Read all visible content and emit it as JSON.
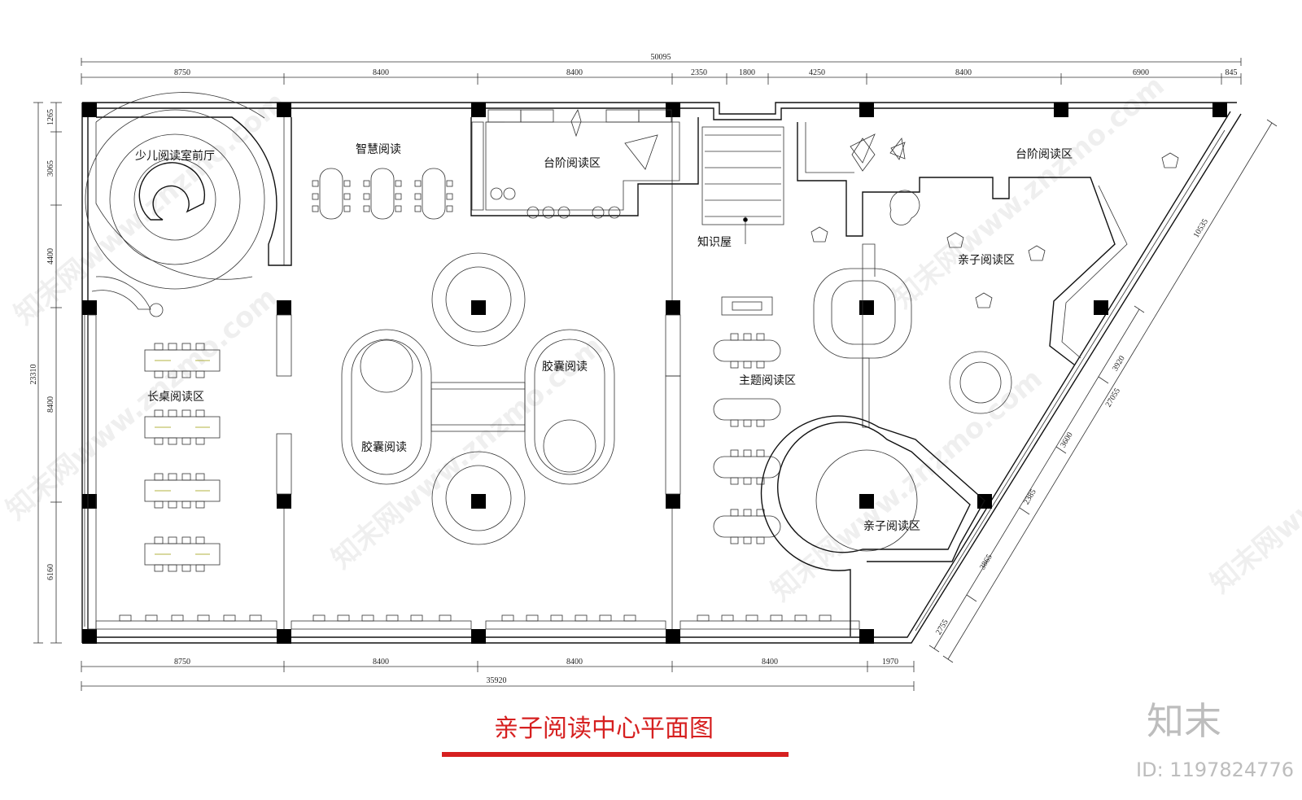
{
  "drawing": {
    "title": "亲子阅读中心平面图",
    "brand": "知末",
    "id_label": "ID: 1197824776",
    "watermark": "知末网www.znzmo.com"
  },
  "rooms": [
    {
      "key": "front_hall",
      "label": "少儿阅读室前厅"
    },
    {
      "key": "smart",
      "label": "智慧阅读"
    },
    {
      "key": "step_read_1",
      "label": "台阶阅读区"
    },
    {
      "key": "step_read_2",
      "label": "台阶阅读区"
    },
    {
      "key": "knowledge",
      "label": "知识屋"
    },
    {
      "key": "parent_child_1",
      "label": "亲子阅读区"
    },
    {
      "key": "capsule_1",
      "label": "胶囊阅读"
    },
    {
      "key": "capsule_2",
      "label": "胶囊阅读"
    },
    {
      "key": "long_table",
      "label": "长桌阅读区"
    },
    {
      "key": "theme",
      "label": "主题阅读区"
    },
    {
      "key": "parent_child_2",
      "label": "亲子阅读区"
    }
  ],
  "dimensions": {
    "top_total": "50095",
    "top": [
      "8750",
      "8400",
      "8400",
      "2350",
      "1800",
      "4250",
      "8400",
      "6900",
      "845"
    ],
    "bottom_total": "35920",
    "bottom": [
      "8750",
      "8400",
      "8400",
      "8400",
      "1970"
    ],
    "left_total": "23310",
    "left": [
      "1265",
      "3065",
      "4400",
      "8400",
      "6160"
    ],
    "diagonal_total": "27055",
    "diagonal_outer": "10535",
    "diagonal": [
      "3920",
      "3600",
      "2385",
      "3865",
      "2755"
    ]
  }
}
